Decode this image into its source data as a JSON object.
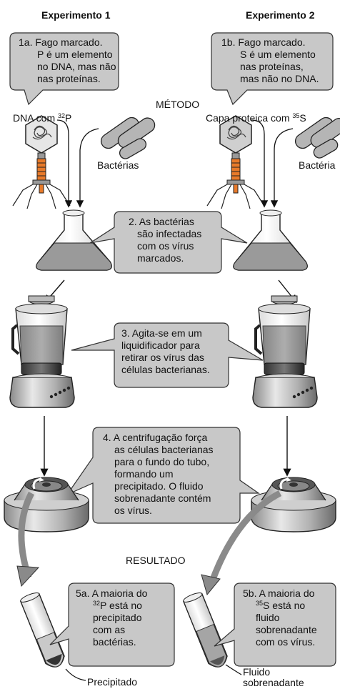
{
  "headers": {
    "exp1": "Experimento 1",
    "exp2": "Experimento 2",
    "metodo": "MÉTODO",
    "resultado": "RESULTADO"
  },
  "labels": {
    "dna_pre": "DNA com ",
    "dna_sup": "32",
    "dna_post": "P",
    "capa_pre": "Capa proteica com ",
    "capa_sup": "35",
    "capa_post": "S",
    "bacterias1": "Bactérias",
    "bacterias2": "Bactéria",
    "precipitado": "Precipitado",
    "fluido1": "Fluido",
    "fluido2": "sobrenadante"
  },
  "callouts": {
    "c1a": [
      "1a. Fago marcado.",
      "P é um elemento",
      "no DNA, mas não",
      "nas proteínas."
    ],
    "c1b": [
      "1b. Fago marcado.",
      "S é um elemento",
      "nas proteínas,",
      "mas não no DNA."
    ],
    "c2": [
      "2. As bactérias",
      "são infectadas",
      "com os vírus",
      "marcados."
    ],
    "c3": [
      "3. Agita-se em um",
      "liquidificador para",
      "retirar os vírus das",
      "células bacterianas."
    ],
    "c4": [
      "4. A centrifugação força",
      "as células bacterianas",
      "para o fundo do tubo,",
      "formando um",
      "precipitado. O fluido",
      "sobrenadante contém",
      "os vírus."
    ],
    "c5a": {
      "l1": "5a. A maioria do",
      "sup": "32",
      "l2": "P está no",
      "rest": [
        "precipitado",
        "com as",
        "bactérias."
      ]
    },
    "c5b": {
      "l1": "5b. A maioria do",
      "sup": "35",
      "l2": "S está no",
      "rest": [
        "fluido",
        "sobrenadante",
        "com os vírus."
      ]
    }
  },
  "colors": {
    "callout_fill": "#c8c8c8",
    "callout_stroke": "#333333",
    "flask_fill": "#9a9a9a",
    "bacteria_fill": "#b5b5b5",
    "orange": "#e87a2a"
  }
}
